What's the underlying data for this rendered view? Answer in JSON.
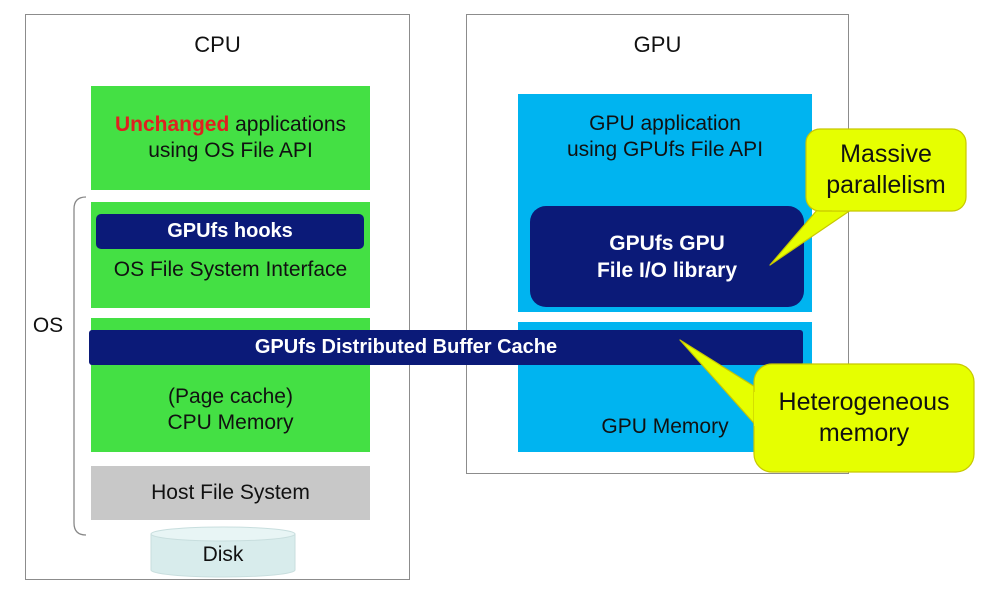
{
  "cpu": {
    "title": "CPU",
    "app": {
      "highlight": "Unchanged",
      "rest": " applications",
      "line2": "using OS File API"
    },
    "hooks": "GPUfs hooks",
    "fs_interface": "OS File System Interface",
    "page_cache": "(Page cache)",
    "cpu_memory": "CPU Memory",
    "host_fs": "Host File System",
    "disk": "Disk",
    "os_label": "OS"
  },
  "gpu": {
    "title": "GPU",
    "app_line1": "GPU application",
    "app_line2": "using GPUfs File API",
    "lib_line1": "GPUfs GPU",
    "lib_line2": "File I/O library",
    "memory": "GPU Memory"
  },
  "buffer_cache": "GPUfs Distributed Buffer Cache",
  "callouts": {
    "parallelism": {
      "line1": "Massive",
      "line2": "parallelism"
    },
    "memory": {
      "line1": "Heterogeneous",
      "line2": "memory"
    }
  },
  "colors": {
    "green": "#44e044",
    "gpu_blue": "#00b4f0",
    "navy": "#0b1a78",
    "callout_yellow": "#e6ff00",
    "highlight_red": "#e02020"
  }
}
